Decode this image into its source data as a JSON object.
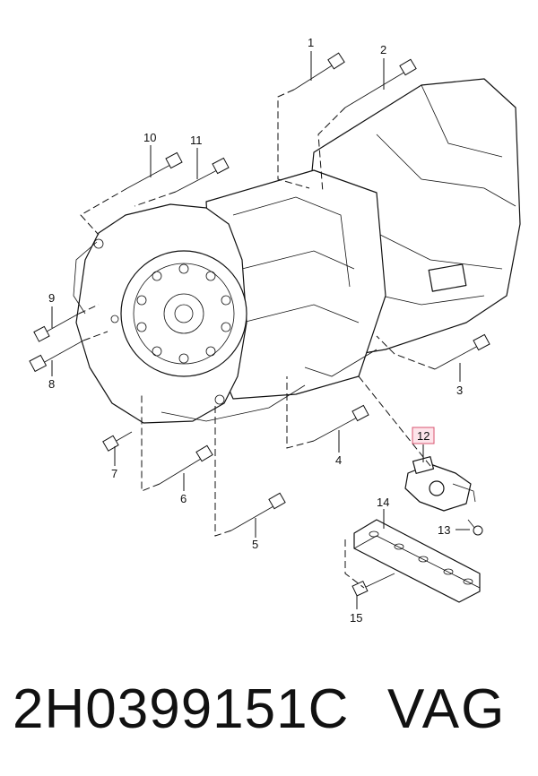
{
  "callouts": {
    "c1": "1",
    "c2": "2",
    "c3": "3",
    "c4": "4",
    "c5": "5",
    "c6": "6",
    "c7": "7",
    "c8": "8",
    "c9": "9",
    "c10": "10",
    "c11": "11",
    "c12": "12",
    "c13": "13",
    "c14": "14",
    "c15": "15"
  },
  "highlighted_callout": "12",
  "colors": {
    "highlight_fill": "#fde4ea",
    "highlight_stroke": "#d9536f",
    "line": "#111111"
  },
  "caption": {
    "part_number": "2H0399151C",
    "brand": "VAG"
  }
}
